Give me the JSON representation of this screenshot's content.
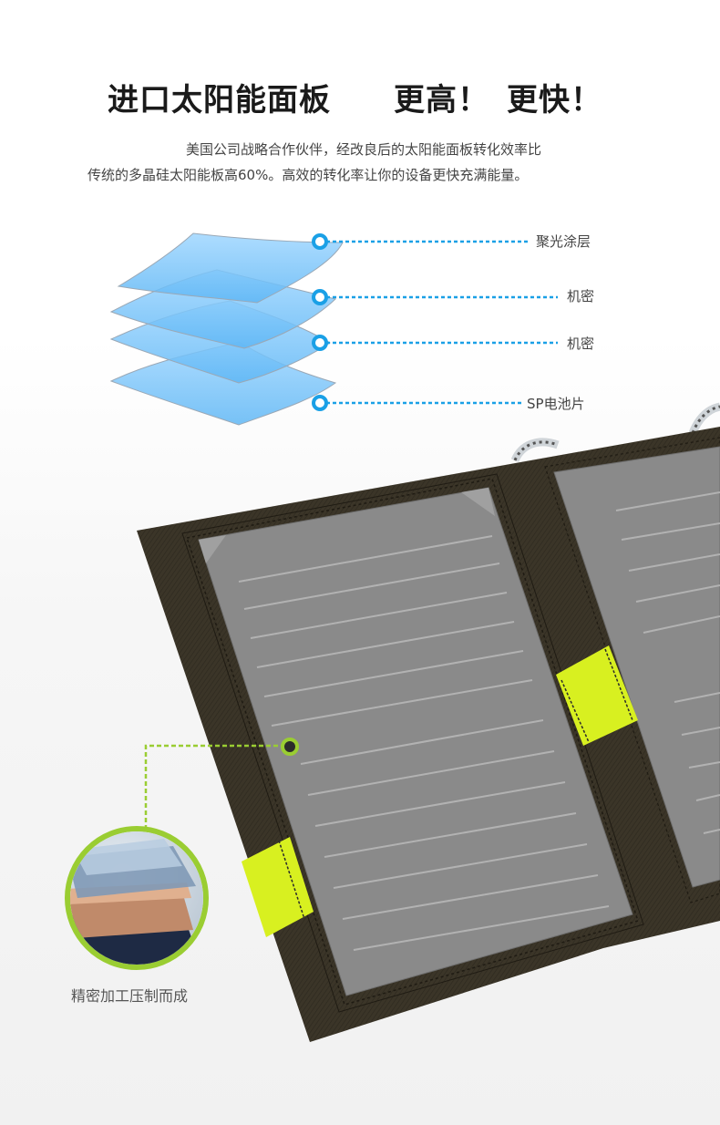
{
  "headline": {
    "part1": "进口太阳能面板",
    "part2": "更高！",
    "part3": "更快！"
  },
  "intro": {
    "line1": "美国公司战略合作伙伴，经改良后的太阳能面板转化效率比",
    "line2": "传统的多晶硅太阳能板高60%。高效的转化率让你的设备更快充满能量。"
  },
  "layers": [
    {
      "label": "聚光涂层"
    },
    {
      "label": "机密"
    },
    {
      "label": "机密"
    },
    {
      "label": "SP电池片"
    }
  ],
  "callout": {
    "caption": "精密加工压制而成"
  },
  "colors": {
    "accent_blue": "#1aa0e6",
    "accent_green": "#9acd32",
    "panel_fabric": "#3b3528",
    "cell_grey": "#8a8a8a",
    "strap_yellow": "#d8f020"
  }
}
